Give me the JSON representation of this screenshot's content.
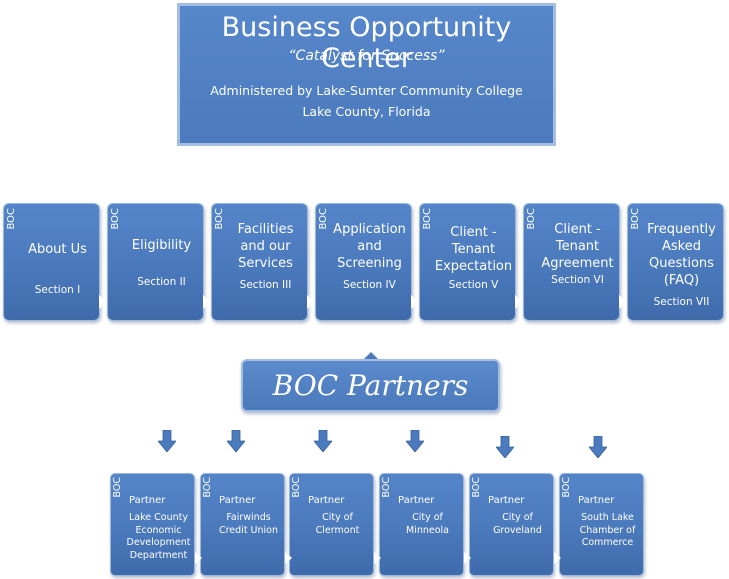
{
  "header": {
    "title": "Business Opportunity Center",
    "subtitle": "“Catalyst for Success”",
    "line1": "Administered by Lake-Sumter Community College",
    "line2": "Lake County, Florida"
  },
  "sections": [
    {
      "tag": "BOC",
      "label": "About Us",
      "section": "Section I"
    },
    {
      "tag": "BOC",
      "label": "Eligibility",
      "section": "Section II"
    },
    {
      "tag": "BOC",
      "label": "Facilities and our Services",
      "section": "Section III"
    },
    {
      "tag": "BOC",
      "label": "Application and Screening",
      "section": "Section IV"
    },
    {
      "tag": "BOC",
      "label": "Client - Tenant Expectation",
      "section": "Section V"
    },
    {
      "tag": "BOC",
      "label": "Client - Tenant Agreement",
      "section": "Section VI"
    },
    {
      "tag": "BOC",
      "label": "Frequently Asked Questions (FAQ)",
      "section": "Section VII"
    }
  ],
  "partners_banner": "BOC Partners",
  "partners": [
    {
      "tag": "BOC",
      "title": "Partner",
      "name": "Lake County Economic Development Department"
    },
    {
      "tag": "BOC",
      "title": "Partner",
      "name": "Fairwinds Credit Union"
    },
    {
      "tag": "BOC",
      "title": "Partner",
      "name": "City of Clermont"
    },
    {
      "tag": "BOC",
      "title": "Partner",
      "name": "City of Minneola"
    },
    {
      "tag": "BOC",
      "title": "Partner",
      "name": "City of Groveland"
    },
    {
      "tag": "BOC",
      "title": "Partner",
      "name": "South Lake Chamber of Commerce"
    }
  ],
  "colors": {
    "box": "#4a79bc",
    "border": "#a3bde3",
    "arrow": "#4b7bbd"
  }
}
